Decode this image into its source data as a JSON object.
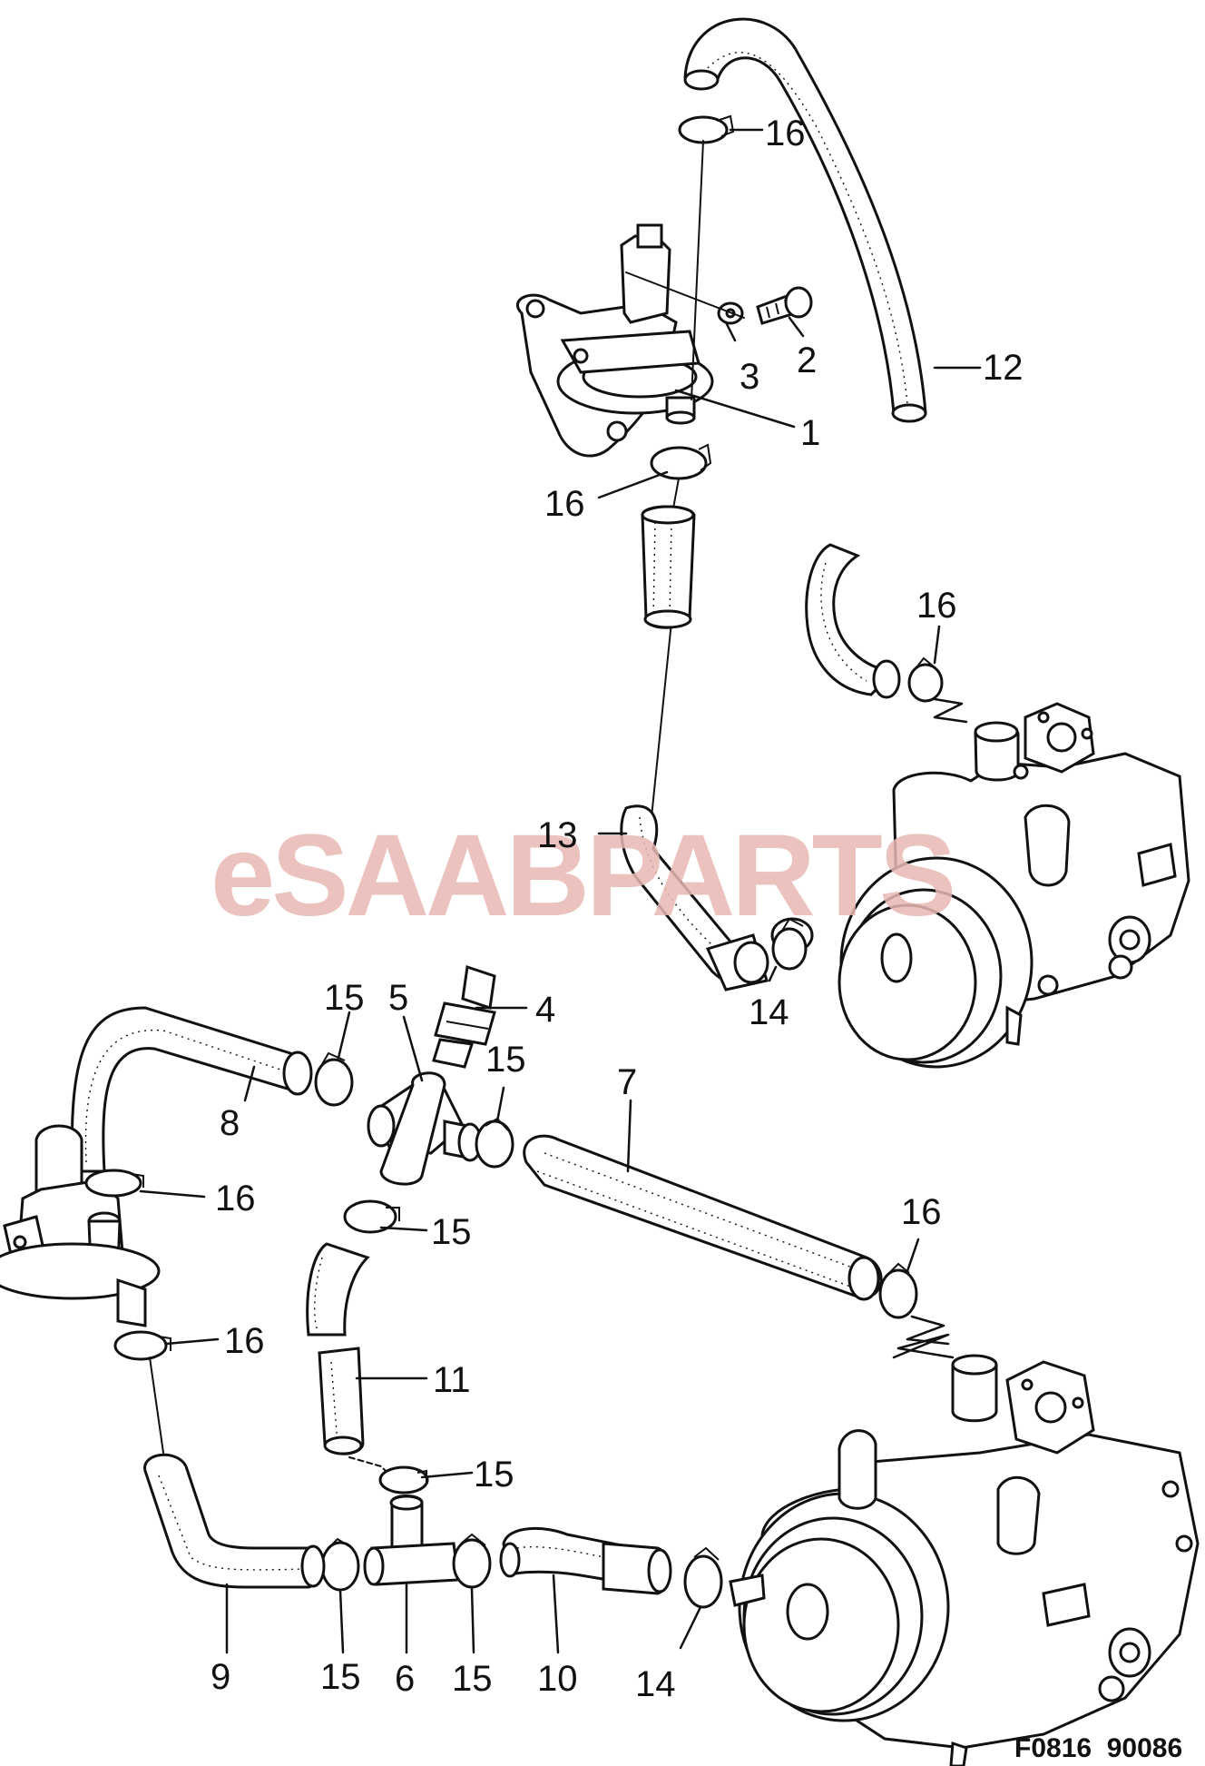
{
  "watermark": "eSAABPARTS",
  "reference_code": "F0816  90086",
  "callouts": {
    "c1": "1",
    "c2": "2",
    "c3": "3",
    "c4": "4",
    "c5": "5",
    "c6": "6",
    "c7": "7",
    "c8": "8",
    "c9": "9",
    "c10": "10",
    "c11": "11",
    "c12": "12",
    "c13": "13",
    "c14a": "14",
    "c14b": "14",
    "c15a": "15",
    "c15b": "15",
    "c15c": "15",
    "c15d": "15",
    "c15e": "15",
    "c15f": "15",
    "c16a": "16",
    "c16b": "16",
    "c16c": "16",
    "c16d": "16",
    "c16e": "16",
    "c16f": "16"
  },
  "colors": {
    "ink": "#111111",
    "watermark": "#e8b8b3",
    "background": "#ffffff"
  }
}
